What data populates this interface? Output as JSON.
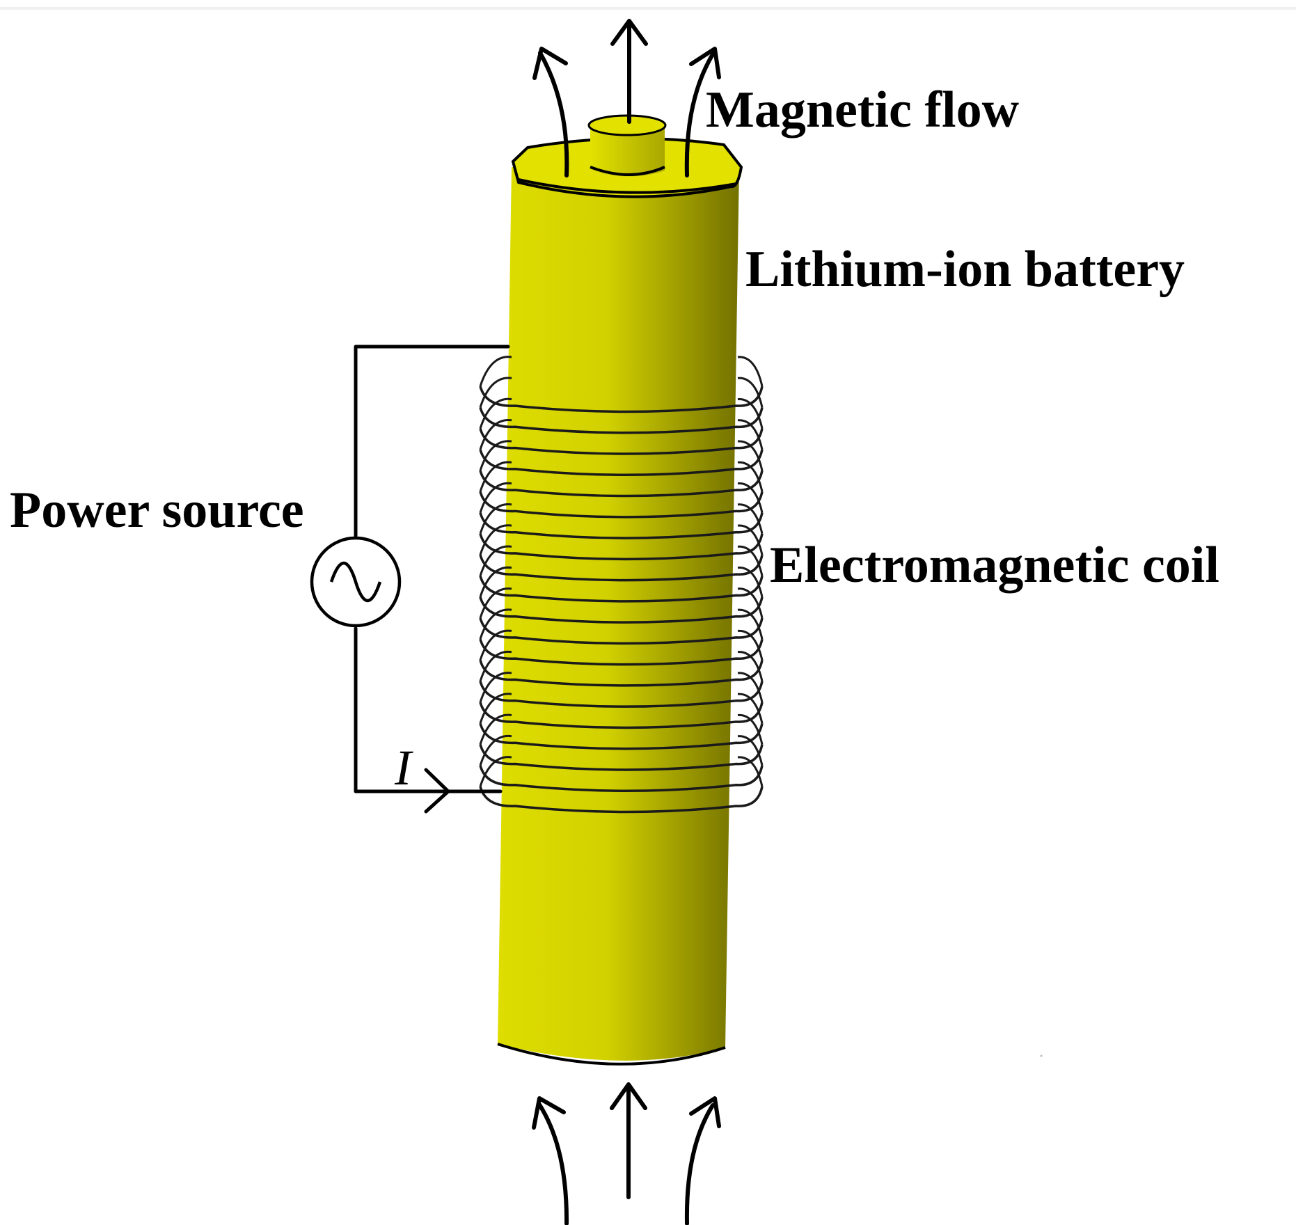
{
  "labels": {
    "magnetic_flow": "Magnetic flow",
    "battery": "Lithium-ion battery",
    "power_source": "Power source",
    "coil": "Electromagnetic coil",
    "current": "I"
  },
  "colors": {
    "battery_light": "#e0df00",
    "battery_dark": "#7d7b00",
    "outline": "#000000"
  },
  "icons": {
    "power_source": "ac-source-icon",
    "flux_arrows": "arrow-up-icon",
    "current_arrow": "chevron-right-icon"
  },
  "coil": {
    "turns": 20
  }
}
